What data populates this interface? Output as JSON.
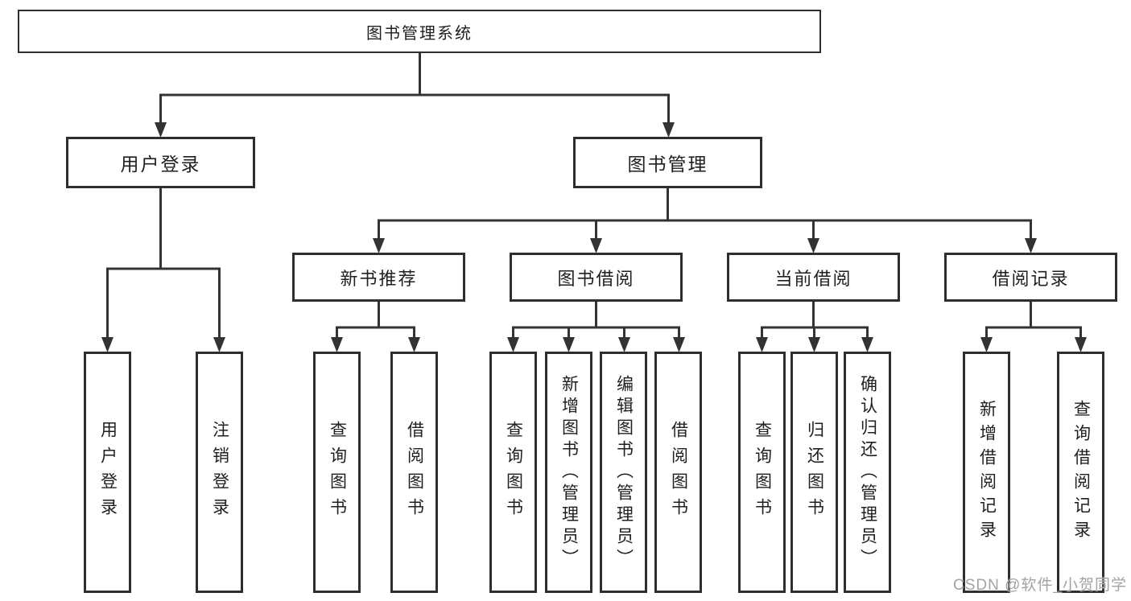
{
  "tree": {
    "root": {
      "label": "图书管理系统"
    },
    "branches": [
      {
        "label": "用户登录",
        "children": [
          "用户登录",
          "注销登录"
        ]
      },
      {
        "label": "图书管理",
        "groups": [
          {
            "label": "新书推荐",
            "children": [
              "查询图书",
              "借阅图书"
            ]
          },
          {
            "label": "图书借阅",
            "children": [
              "查询图书",
              "新增图书（管理员）",
              "编辑图书（管理员）",
              "借阅图书"
            ]
          },
          {
            "label": "当前借阅",
            "children": [
              "查询图书",
              "归还图书",
              "确认归还（管理员）"
            ]
          },
          {
            "label": "借阅记录",
            "children": [
              "新增借阅记录",
              "查询借阅记录"
            ]
          }
        ]
      }
    ]
  },
  "watermark": "CSDN @软件_小贺同学",
  "colors": {
    "line": "#333333",
    "box_border": "#2e2e2e",
    "text": "#1f1f1f",
    "watermark": "#a3a3a3",
    "background": "#ffffff"
  }
}
